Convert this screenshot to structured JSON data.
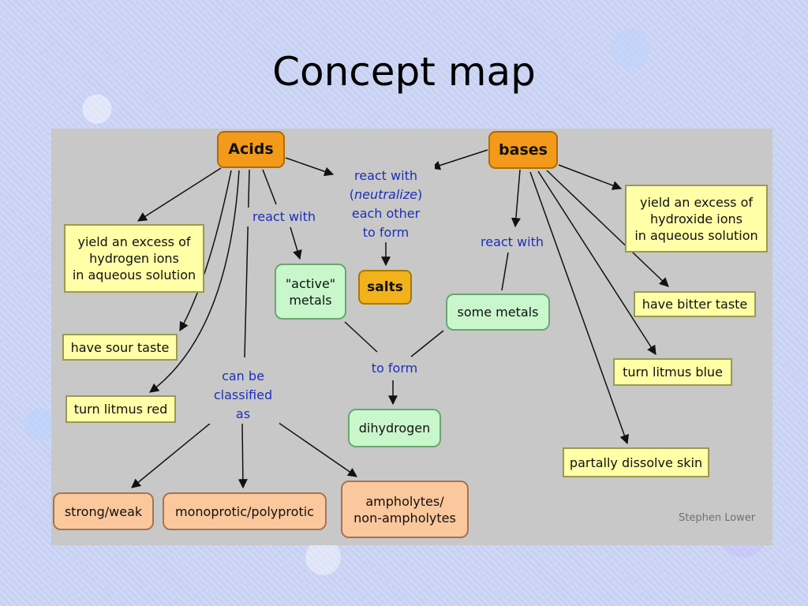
{
  "title": "Concept map",
  "nodes": {
    "acids": "Acids",
    "bases": "bases",
    "salts": "salts",
    "acid_yield": "yield an excess of\nhydrogen ions\nin aqueous solution",
    "acid_sour": "have sour taste",
    "acid_litmus": "turn litmus red",
    "active_metals": "\"active\"\nmetals",
    "some_metals": "some metals",
    "dihydrogen": "dihydrogen",
    "strong_weak": "strong/weak",
    "mono_poly": "monoprotic/polyprotic",
    "ampholytes": "ampholytes/\nnon-ampholytes",
    "base_yield": "yield an excess of\nhydroxide ions\nin aqueous solution",
    "base_bitter": "have bitter taste",
    "base_litmus": "turn litmus blue",
    "base_skin": "partally dissolve skin"
  },
  "links": {
    "neutralize_a": "react with",
    "neutralize_b": "neutralize",
    "neutralize_c": "each other\nto form",
    "acid_react": "react with",
    "base_react": "react with",
    "to_form": "to form",
    "classified": "can be\nclassified\nas"
  },
  "credit": "Stephen Lower",
  "colors": {
    "panel": "#c8c8c8",
    "link_text": "#1c2fb8",
    "hub": "#f39a1a",
    "property": "#ffffa8",
    "metal": "#c9f7cc",
    "class": "#fbc79c"
  }
}
